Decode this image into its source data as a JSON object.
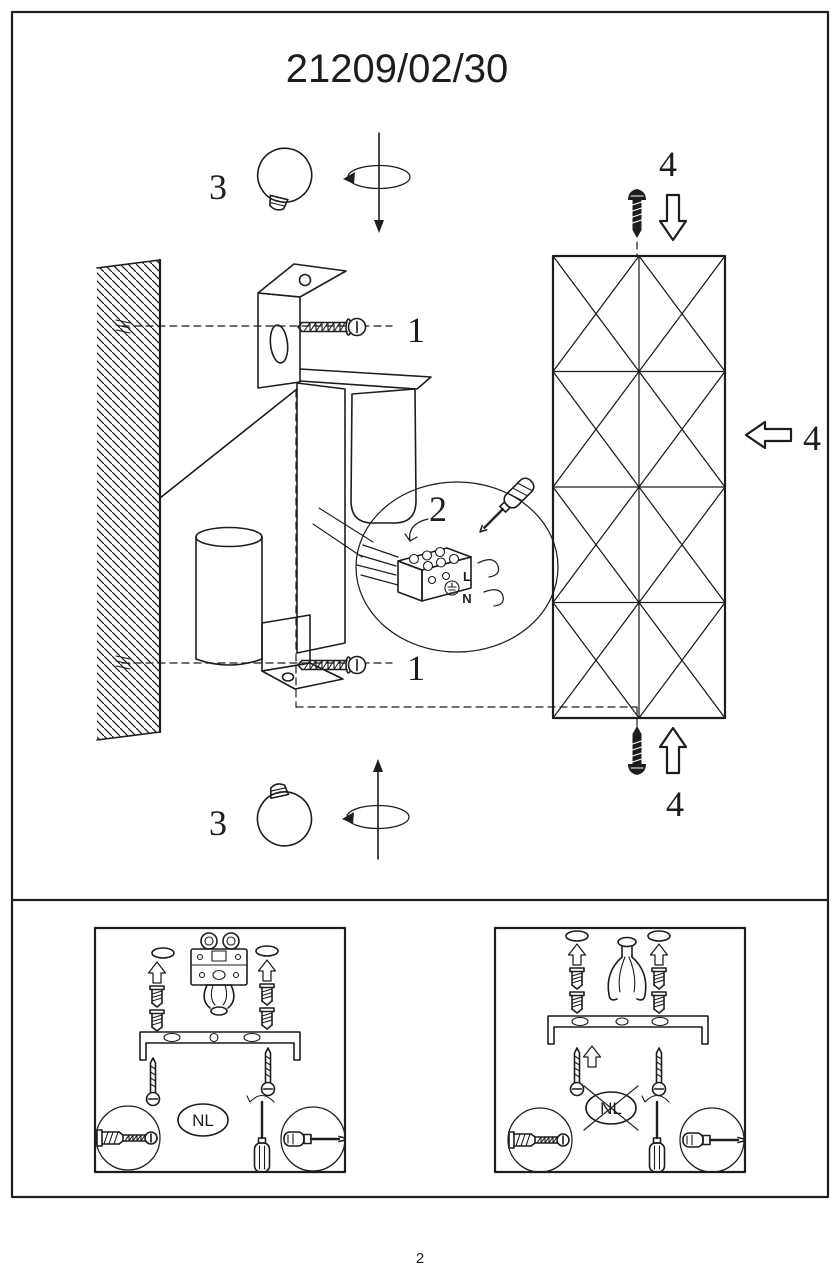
{
  "page": {
    "title": "21209/02/30",
    "page_number": "2"
  },
  "steps": {
    "mount": "1",
    "wire": "2",
    "bulb": "3",
    "shade": "4"
  },
  "wiring": {
    "live": "L",
    "neutral": "N"
  },
  "badges": {
    "nl": "NL"
  },
  "colors": {
    "ink": "#1d1d1d",
    "paper": "#ffffff"
  }
}
